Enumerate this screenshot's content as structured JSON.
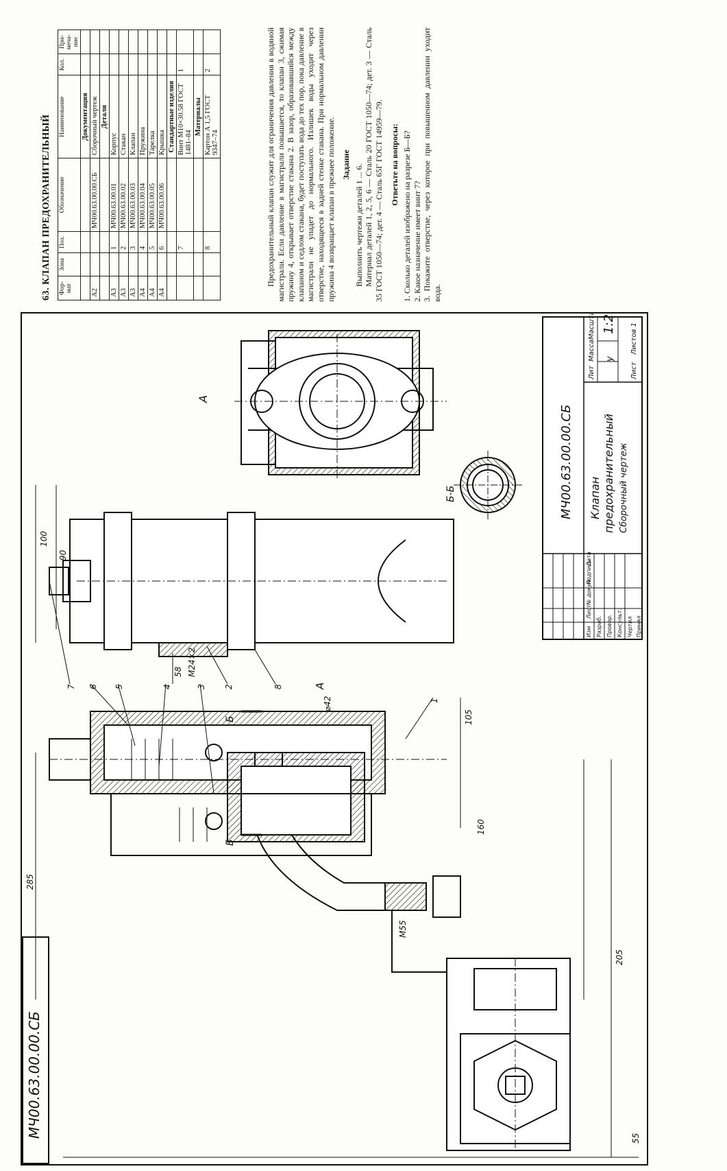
{
  "spec": {
    "title": "63. КЛАПАН ПРЕДОХРАНИТЕЛЬНЫЙ",
    "headers": [
      "Фор-мат",
      "Зона",
      "Поз.",
      "Обозначение",
      "Наименование",
      "Кол.",
      "При-меча-ние"
    ],
    "rows": [
      {
        "fmt": "",
        "zone": "",
        "pos": "",
        "code": "",
        "name": "Документация",
        "qty": "",
        "section": true
      },
      {
        "fmt": "А2",
        "zone": "",
        "pos": "",
        "code": "МЧ00.63.00.00.СБ",
        "name": "Сборочный чертеж",
        "qty": ""
      },
      {
        "fmt": "",
        "zone": "",
        "pos": "",
        "code": "",
        "name": "Детали",
        "qty": "",
        "section": true
      },
      {
        "fmt": "А3",
        "zone": "",
        "pos": "1",
        "code": "МЧ00.63.00.01",
        "name": "Корпус",
        "qty": ""
      },
      {
        "fmt": "А3",
        "zone": "",
        "pos": "2",
        "code": "МЧ00.63.00.02",
        "name": "Стакан",
        "qty": ""
      },
      {
        "fmt": "А3",
        "zone": "",
        "pos": "3",
        "code": "МЧ00.63.00.03",
        "name": "Клапан",
        "qty": ""
      },
      {
        "fmt": "А4",
        "zone": "",
        "pos": "4",
        "code": "МЧ00.63.00.04",
        "name": "Пружина",
        "qty": ""
      },
      {
        "fmt": "А4",
        "zone": "",
        "pos": "5",
        "code": "МЧ00.63.00.05",
        "name": "Тарелка",
        "qty": ""
      },
      {
        "fmt": "А4",
        "zone": "",
        "pos": "6",
        "code": "МЧ00.63.00.06",
        "name": "Крышка",
        "qty": ""
      },
      {
        "fmt": "",
        "zone": "",
        "pos": "",
        "code": "",
        "name": "Стандартные изделия",
        "qty": "",
        "section": true
      },
      {
        "fmt": "",
        "zone": "",
        "pos": "7",
        "code": "",
        "name": "Винт М10×30.58 ГОСТ 1481–84",
        "qty": "1"
      },
      {
        "fmt": "",
        "zone": "",
        "pos": "",
        "code": "",
        "name": "Материалы",
        "qty": "",
        "section": true
      },
      {
        "fmt": "",
        "zone": "",
        "pos": "8",
        "code": "",
        "name": "Картон А 1,5 ГОСТ 9347–74",
        "qty": "2"
      }
    ]
  },
  "description": {
    "intro": "Предохранительный клапан служит для ограничения давления в водяной магистрали. Если давление в магистрали повышается, то клапан 3, сжимая пружину 4, открывает отверстие стакана 2. В зазор, образовавшийся между клапаном и седлом стакана, будет поступать вода до тех пор, пока давление в магистрали не упадет до нормального. Излишек воды уходит через отверстие, находящееся в задней стенке стакана. При нормальном давлении пружина 4 возвращает клапан в прежнее положение.",
    "task_heading": "Задание",
    "task_1": "Выполнить чертежи деталей 1 ... 6.",
    "task_2": "Материал деталей 1, 2, 5, 6 — Сталь 20 ГОСТ 1050—74; дет. 3 — Сталь 35 ГОСТ 1050—74; дет. 4 — Сталь 65Г ГОСТ 14959—79.",
    "questions_heading": "Ответьте на вопросы:",
    "q1": "1. Сколько деталей изображено на разрезе Б—Б?",
    "q2": "2. Какое назначение имеет винт 7?",
    "q3": "3. Покажите отверстие, через которое при повышенном давлении уходит вода."
  },
  "drawing": {
    "stamp_code": "МЧ00.63.00.00.СБ",
    "view_a_label": "А",
    "section_label": "Б-Б",
    "arrow_a": "А",
    "cut_b": "Б",
    "dimensions": {
      "d100": "100",
      "d90": "90",
      "d58": "58",
      "m24": "M24×2",
      "d42": "⌀42",
      "d105": "105",
      "d160": "160",
      "d205": "205",
      "m55": "M55",
      "d285": "285",
      "d55": "55"
    },
    "leaders": [
      "7",
      "6",
      "5",
      "4",
      "3",
      "2",
      "8",
      "1"
    ]
  },
  "title_block": {
    "code": "МЧ00.63.00.00.СБ",
    "name_line1": "Клапан",
    "name_line2": "предохранительный",
    "name_line3": "Сборочный чертеж",
    "lit": "Лит",
    "mass": "Масса",
    "scale_label": "Масштаб",
    "scale": "1:2",
    "u": "у",
    "sheet": "Лист",
    "sheets": "Листов 1",
    "roles": [
      "Изм",
      "Лист",
      "№ докум.",
      "Подпись",
      "Дата"
    ],
    "people": [
      "Разраб.",
      "Провер.",
      "Консульт.",
      "Чертил",
      "Принял"
    ]
  }
}
